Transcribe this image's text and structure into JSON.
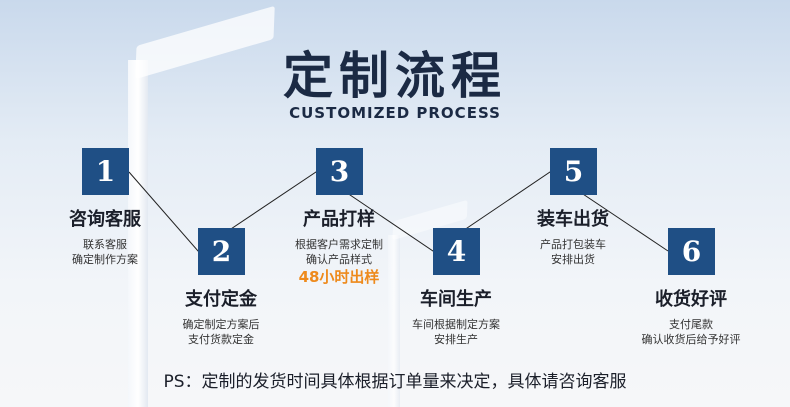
{
  "header": {
    "title": "定制流程",
    "subtitle": "CUSTOMIZED PROCESS"
  },
  "steps": [
    {
      "number": "1",
      "title": "咨询客服",
      "lines": [
        "联系客服",
        "确定制作方案"
      ]
    },
    {
      "number": "2",
      "title": "支付定金",
      "lines": [
        "确定制定方案后",
        "支付货款定金"
      ]
    },
    {
      "number": "3",
      "title": "产品打样",
      "lines": [
        "根据客户需求定制",
        "确认产品样式"
      ],
      "highlight": "48小时出样"
    },
    {
      "number": "4",
      "title": "车间生产",
      "lines": [
        "车间根据制定方案",
        "安排生产"
      ]
    },
    {
      "number": "5",
      "title": "装车出货",
      "lines": [
        "产品打包装车",
        "安排出货"
      ]
    },
    {
      "number": "6",
      "title": "收货好评",
      "lines": [
        "支付尾款",
        "确认收货后给予好评"
      ]
    }
  ],
  "footer": {
    "note": "PS：定制的发货时间具体根据订单量来决定，具体请咨询客服"
  },
  "colors": {
    "box": "#1f4f85",
    "highlight": "#ee8a1c",
    "title": "#1b2a44"
  }
}
